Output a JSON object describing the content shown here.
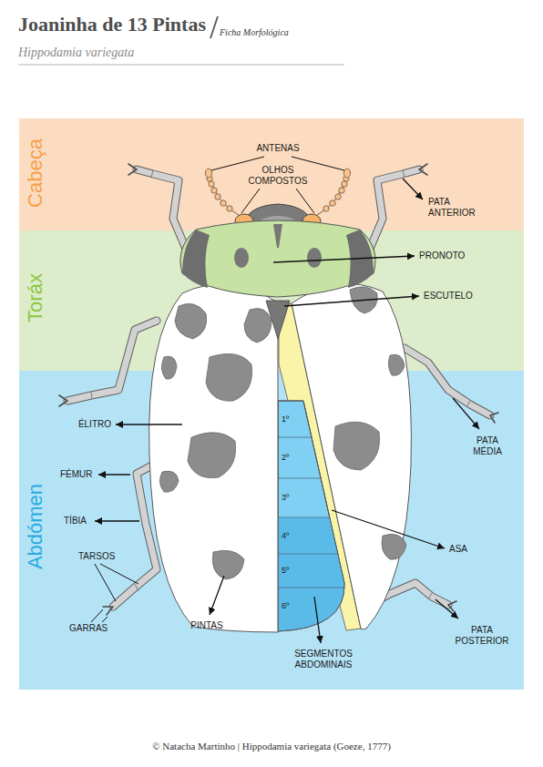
{
  "diagram": {
    "title": "Joaninha de 13 Pintas",
    "caption": "© Natacha Martinho | Hippodamia variegata (Goeze, 1777)",
    "nodes": [
      {
        "text": [
          "Cabeça"
        ]
      },
      {
        "text": [
          "Toráx"
        ]
      },
      {
        "text": [
          "Abdómen"
        ]
      }
    ],
    "labels": [
      "Ficha Morfológica",
      "Hippodamia variegata",
      "ANTENAS",
      "OLHOS COMPOSTOS",
      "PATA ANTERIOR",
      "PRONOTO",
      "ESCUTELO",
      "ÉLITRO",
      "1º",
      "2º",
      "PATA MÉDIA",
      "FÉMUR",
      "3º",
      "TÍBIA",
      "4º",
      "ASA",
      "TARSOS",
      "5º",
      "6º",
      "GARRAS",
      "PINTAS",
      "PATA POSTERIOR",
      "SEGMENTOS ABDOMINAIS"
    ]
  }
}
